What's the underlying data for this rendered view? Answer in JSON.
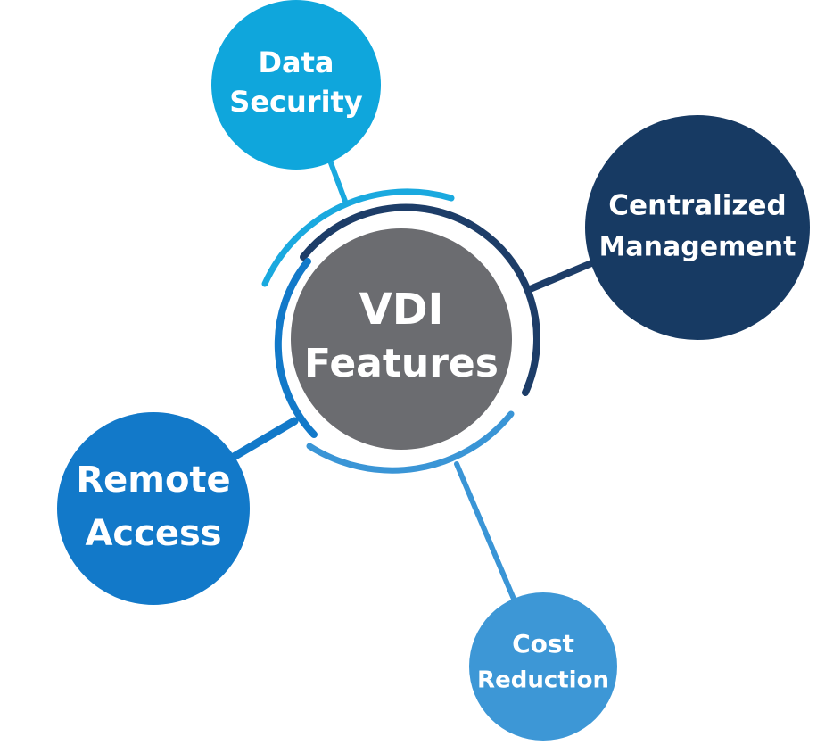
{
  "center": {
    "line1": "VDI",
    "line2": "Features"
  },
  "nodes": {
    "data_security": {
      "line1": "Data",
      "line2": "Security"
    },
    "centralized_management": {
      "line1": "Centralized",
      "line2": "Management"
    },
    "remote_access": {
      "line1": "Remote",
      "line2": "Access"
    },
    "cost_reduction": {
      "line1": "Cost",
      "line2": "Reduction"
    }
  },
  "colors": {
    "center": "#6b6c70",
    "data_security": "#0fa6dc",
    "centralized_management": "#173a63",
    "remote_access": "#1279c9",
    "cost_reduction": "#3d97d6",
    "ring_light": "#1aa9df",
    "ring_dark": "#1d3d68",
    "ring_mid": "#3a95d6"
  }
}
